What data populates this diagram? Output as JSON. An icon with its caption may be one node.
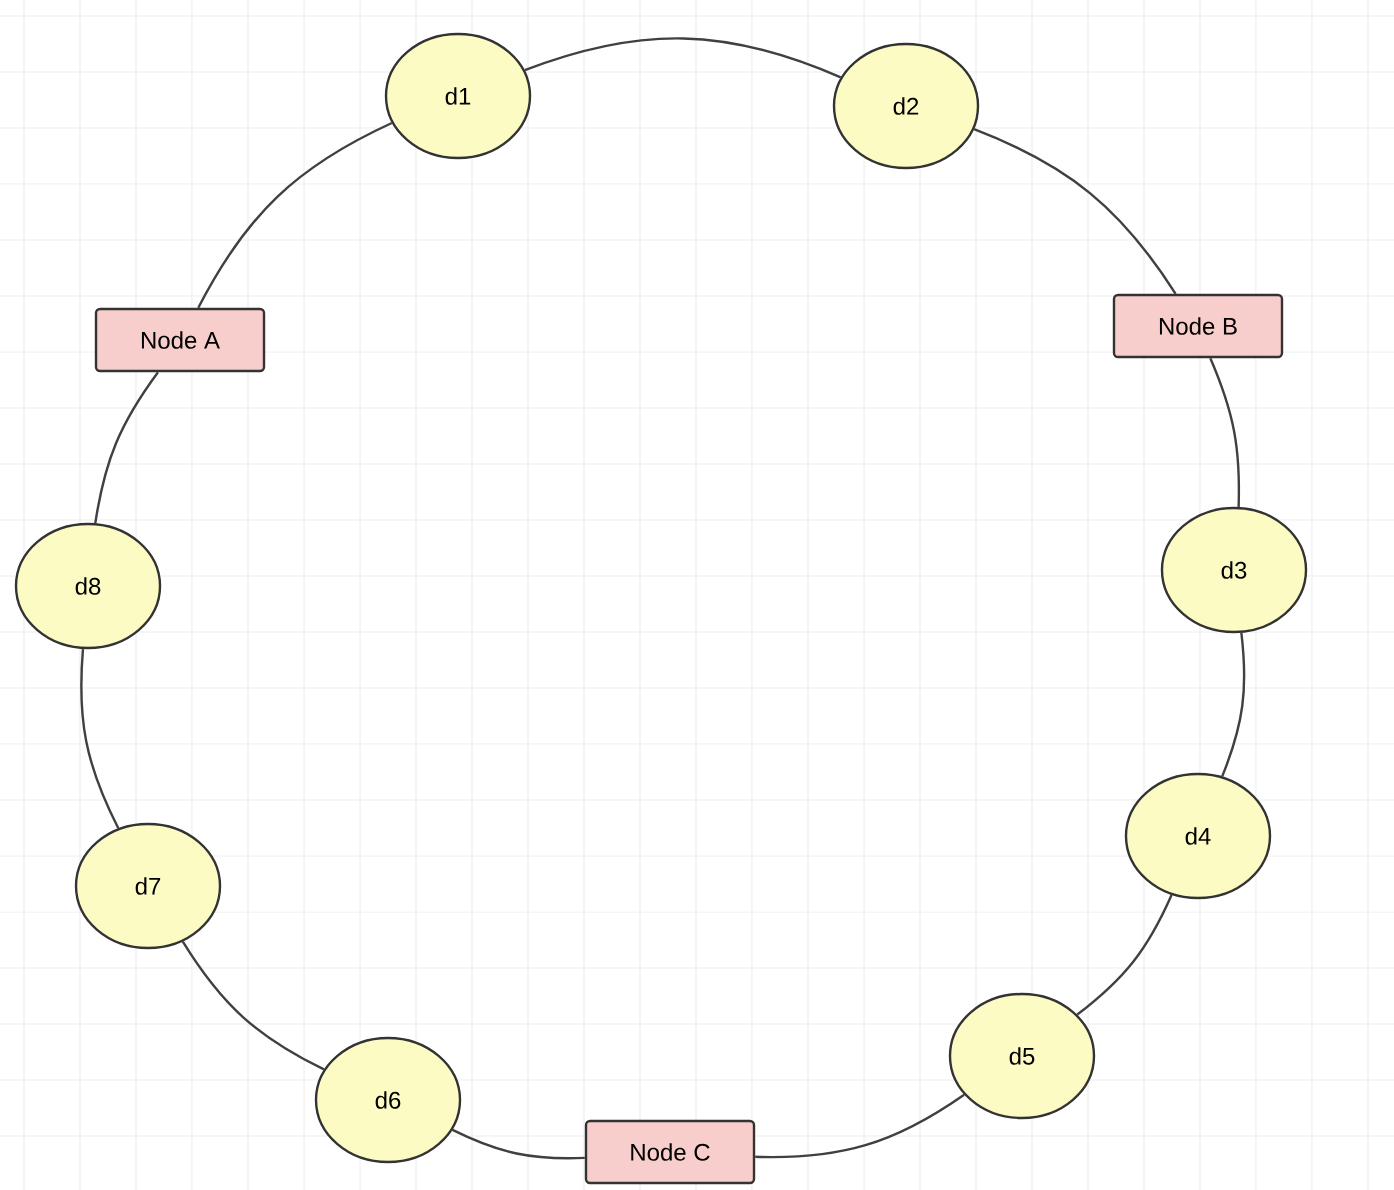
{
  "diagram": {
    "nodes": [
      {
        "text": [
          "d1"
        ]
      },
      {
        "text": [
          "d2"
        ]
      },
      {
        "text": [
          "Node B"
        ]
      },
      {
        "text": [
          "d3"
        ]
      },
      {
        "text": [
          "d4"
        ]
      },
      {
        "text": [
          "d5"
        ]
      },
      {
        "text": [
          "Node C"
        ]
      },
      {
        "text": [
          "d6"
        ]
      },
      {
        "text": [
          "d7"
        ]
      },
      {
        "text": [
          "d8"
        ]
      },
      {
        "text": [
          "Node A"
        ]
      }
    ],
    "edges": [
      {
        "from": 0,
        "to": 1,
        "arrow": "none"
      },
      {
        "from": 1,
        "to": 2,
        "arrow": "none"
      },
      {
        "from": 2,
        "to": 3,
        "arrow": "none"
      },
      {
        "from": 3,
        "to": 4,
        "arrow": "none"
      },
      {
        "from": 4,
        "to": 5,
        "arrow": "none"
      },
      {
        "from": 5,
        "to": 6,
        "arrow": "none"
      },
      {
        "from": 6,
        "to": 7,
        "arrow": "none"
      },
      {
        "from": 7,
        "to": 8,
        "arrow": "none"
      },
      {
        "from": 8,
        "to": 9,
        "arrow": "none"
      },
      {
        "from": 9,
        "to": 10,
        "arrow": "none"
      },
      {
        "from": 10,
        "to": 0,
        "arrow": "none"
      }
    ]
  }
}
